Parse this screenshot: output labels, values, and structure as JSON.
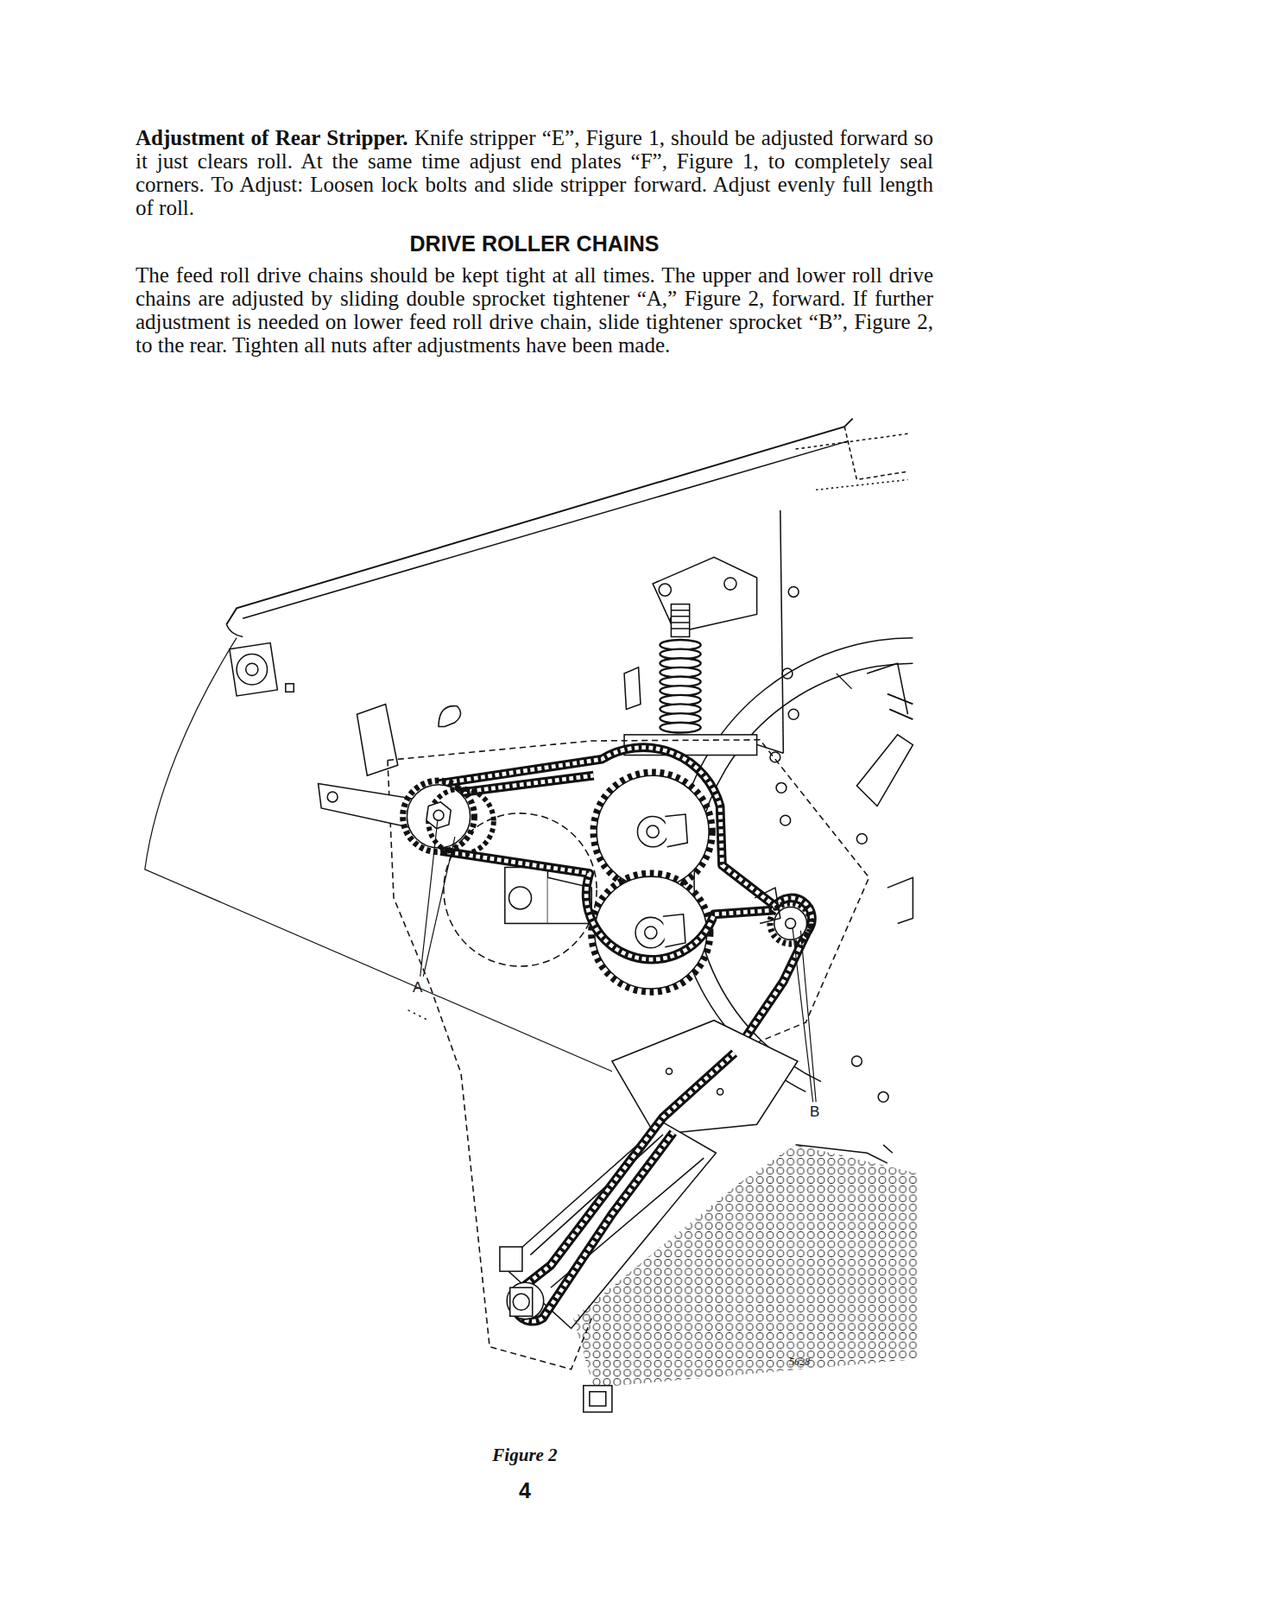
{
  "diagram": {
    "title": "DRIVE ROLLER CHAINS",
    "caption": "Figure 2",
    "labels": [
      "Adjustment of Rear Stripper.",
      "Knife stripper “E”, Figure 1, should be adjusted forward so it just clears roll. At the same time adjust end plates “F”, Figure 1, to completely seal corners. To Adjust: Loosen lock bolts and slide stripper forward. Adjust evenly full length of roll.",
      "The feed roll drive chains should be kept tight at all times. The upper and lower roll drive chains are adjusted by sliding double sprocket tightener “A,” Figure 2, forward. If further adjustment is needed on lower feed roll drive chain, slide tightener sprocket “B”, Figure 2, to the rear. Tighten all nuts after adjustments have been made.",
      "A",
      "B",
      "5628",
      "4"
    ]
  }
}
